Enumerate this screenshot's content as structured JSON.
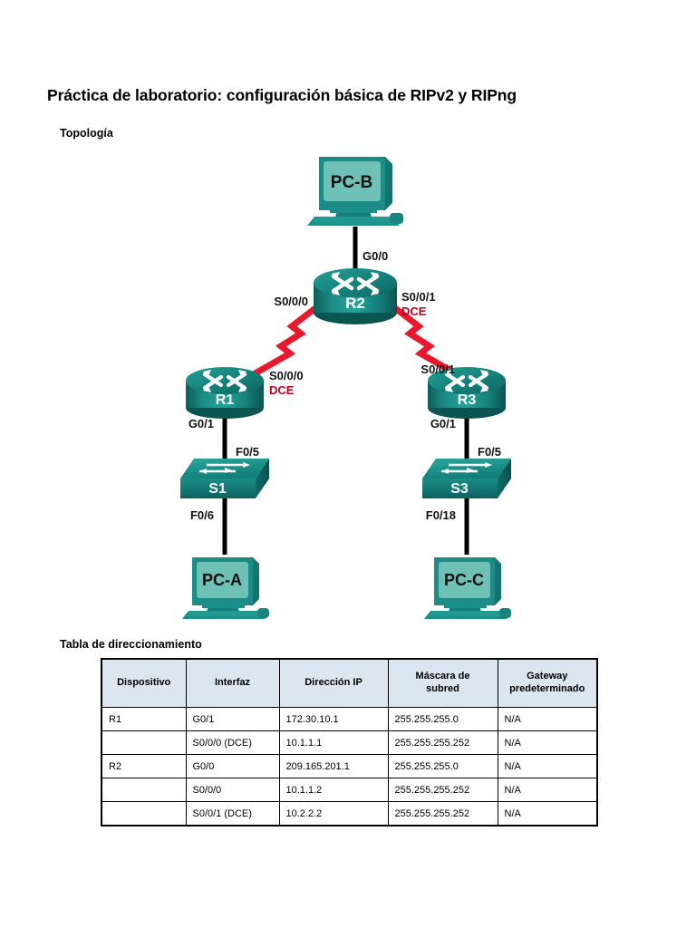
{
  "document": {
    "title": "Práctica de laboratorio: configuración básica de RIPv2 y RIPng",
    "topology_heading": "Topología",
    "addressing_heading": "Tabla de direccionamiento"
  },
  "colors": {
    "device_teal": "#17807c",
    "device_teal_dark": "#0e6360",
    "device_teal_light": "#3ea79f",
    "screen_teal": "#5fb8ae",
    "serial_red": "#e8192c",
    "dce_label_red": "#c00020",
    "ethernet_black": "#000000",
    "table_header_bg": "#dce6f1",
    "table_border": "#000000"
  },
  "topology": {
    "devices": [
      {
        "id": "pc-b",
        "label": "PC-B",
        "type": "pc"
      },
      {
        "id": "r2",
        "label": "R2",
        "type": "router"
      },
      {
        "id": "r1",
        "label": "R1",
        "type": "router"
      },
      {
        "id": "r3",
        "label": "R3",
        "type": "router"
      },
      {
        "id": "s1",
        "label": "S1",
        "type": "switch"
      },
      {
        "id": "s3",
        "label": "S3",
        "type": "switch"
      },
      {
        "id": "pc-a",
        "label": "PC-A",
        "type": "pc"
      },
      {
        "id": "pc-c",
        "label": "PC-C",
        "type": "pc"
      }
    ],
    "interface_labels": {
      "r2_g00": "G0/0",
      "r2_s000": "S0/0/0",
      "r2_s001": "S0/0/1",
      "r2_s001_dce": "DCE",
      "r1_s000": "S0/0/0",
      "r1_s000_dce": "DCE",
      "r1_g01": "G0/1",
      "r3_s001": "S0/0/1",
      "r3_g01": "G0/1",
      "s1_f05": "F0/5",
      "s1_f06": "F0/6",
      "s3_f05": "F0/5",
      "s3_f018": "F0/18"
    }
  },
  "addressing_table": {
    "headers": [
      "Dispositivo",
      "Interfaz",
      "Dirección IP",
      "Máscara de subred",
      "Gateway predeterminado"
    ],
    "headers_wrapped": [
      [
        "Dispositivo"
      ],
      [
        "Interfaz"
      ],
      [
        "Dirección IP"
      ],
      [
        "Máscara de",
        "subred"
      ],
      [
        "Gateway",
        "predeterminado"
      ]
    ],
    "rows": [
      {
        "device": "R1",
        "interface": "G0/1",
        "ip": "172.30.10.1",
        "mask": "255.255.255.0",
        "gateway": "N/A"
      },
      {
        "device": "",
        "interface": "S0/0/0 (DCE)",
        "ip": "10.1.1.1",
        "mask": "255.255.255.252",
        "gateway": "N/A"
      },
      {
        "device": "R2",
        "interface": "G0/0",
        "ip": "209.165.201.1",
        "mask": "255.255.255.0",
        "gateway": "N/A"
      },
      {
        "device": "",
        "interface": "S0/0/0",
        "ip": "10.1.1.2",
        "mask": "255.255.255.252",
        "gateway": "N/A"
      },
      {
        "device": "",
        "interface": "S0/0/1 (DCE)",
        "ip": "10.2.2.2",
        "mask": "255.255.255.252",
        "gateway": "N/A"
      }
    ]
  }
}
